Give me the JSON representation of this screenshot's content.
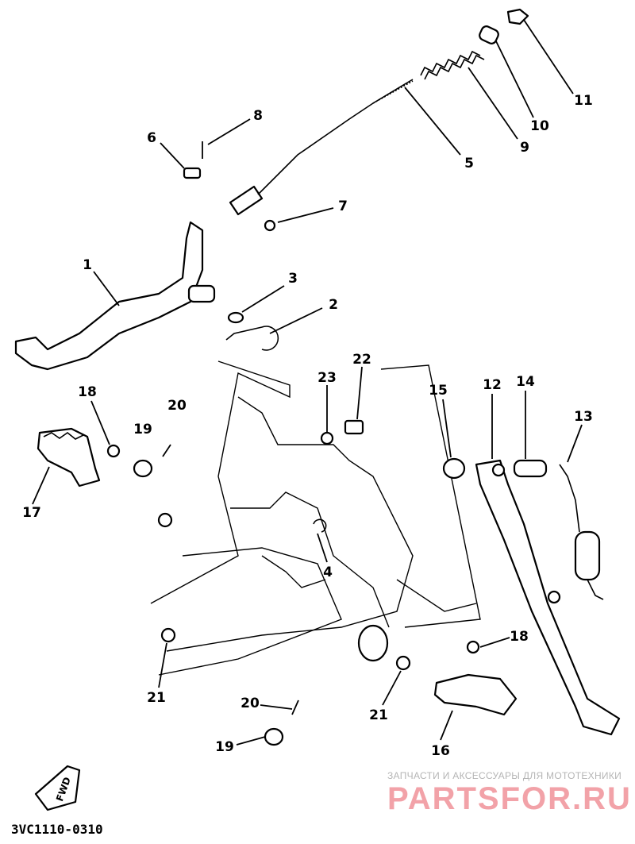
{
  "diagram": {
    "callouts": [
      "1",
      "2",
      "3",
      "4",
      "5",
      "6",
      "7",
      "8",
      "9",
      "10",
      "11",
      "12",
      "13",
      "14",
      "15",
      "16",
      "17",
      "18",
      "18",
      "19",
      "19",
      "20",
      "20",
      "21",
      "21",
      "22",
      "23"
    ],
    "fwd_label": "FWD",
    "drawing_code": "3VC1110-0310"
  },
  "watermark": {
    "tagline": "ЗАПЧАСТИ И АКСЕССУАРЫ ДЛЯ МОТОТЕХНИКИ",
    "brand": "PARTSFOR.RU"
  }
}
